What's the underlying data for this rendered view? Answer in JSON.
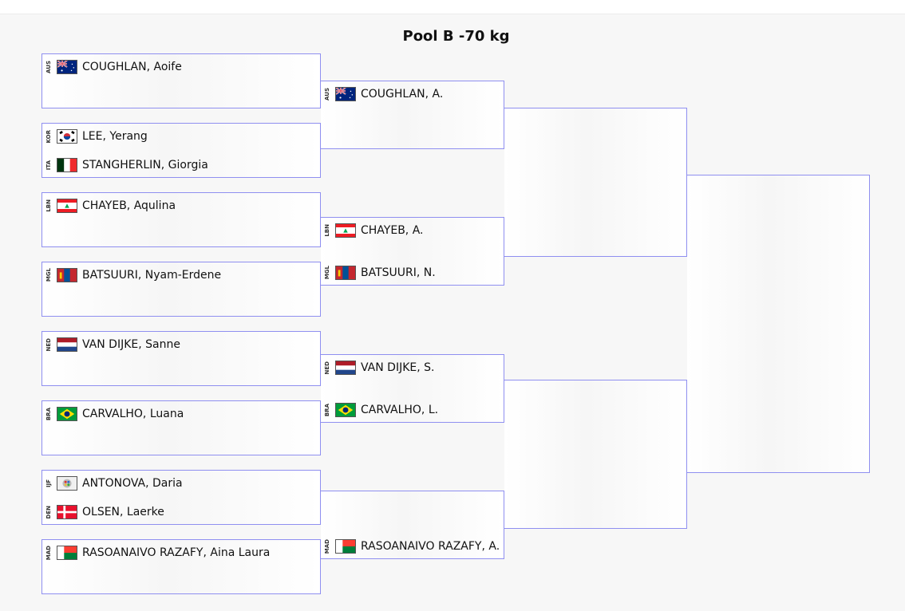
{
  "title": "Pool B -70 kg",
  "rounds": [
    {
      "matches": [
        {
          "athletes": [
            {
              "code": "AUS",
              "name": "COUGHLAN, Aoife",
              "flag": "aus-flag-icon"
            },
            null
          ]
        },
        {
          "athletes": [
            {
              "code": "KOR",
              "name": "LEE, Yerang",
              "flag": "kor-flag-icon"
            },
            {
              "code": "ITA",
              "name": "STANGHERLIN, Giorgia",
              "flag": "ita-flag-icon"
            }
          ]
        },
        {
          "athletes": [
            {
              "code": "LBN",
              "name": "CHAYEB, Aqulina",
              "flag": "lbn-flag-icon"
            },
            null
          ]
        },
        {
          "athletes": [
            {
              "code": "MGL",
              "name": "BATSUURI, Nyam-Erdene",
              "flag": "mgl-flag-icon"
            },
            null
          ]
        },
        {
          "athletes": [
            {
              "code": "NED",
              "name": "VAN DIJKE, Sanne",
              "flag": "ned-flag-icon"
            },
            null
          ]
        },
        {
          "athletes": [
            {
              "code": "BRA",
              "name": "CARVALHO, Luana",
              "flag": "bra-flag-icon"
            },
            null
          ]
        },
        {
          "athletes": [
            {
              "code": "IJF",
              "name": "ANTONOVA, Daria",
              "flag": "ijf-flag-icon"
            },
            {
              "code": "DEN",
              "name": "OLSEN, Laerke",
              "flag": "den-flag-icon"
            }
          ]
        },
        {
          "athletes": [
            {
              "code": "MAD",
              "name": "RASOANAIVO RAZAFY, Aina Laura",
              "flag": "mad-flag-icon"
            },
            null
          ]
        }
      ]
    },
    {
      "matches": [
        {
          "athletes": [
            {
              "code": "AUS",
              "name": "COUGHLAN, A.",
              "flag": "aus-flag-icon"
            },
            null
          ]
        },
        {
          "athletes": [
            {
              "code": "LBN",
              "name": "CHAYEB, A.",
              "flag": "lbn-flag-icon"
            },
            {
              "code": "MGL",
              "name": "BATSUURI, N.",
              "flag": "mgl-flag-icon"
            }
          ]
        },
        {
          "athletes": [
            {
              "code": "NED",
              "name": "VAN DIJKE, S.",
              "flag": "ned-flag-icon"
            },
            {
              "code": "BRA",
              "name": "CARVALHO, L.",
              "flag": "bra-flag-icon"
            }
          ]
        },
        {
          "athletes": [
            null,
            {
              "code": "MAD",
              "name": "RASOANAIVO RAZAFY, A.",
              "flag": "mad-flag-icon"
            }
          ]
        }
      ]
    },
    {
      "matches": [
        {
          "athletes": [
            null,
            null
          ]
        },
        {
          "athletes": [
            null,
            null
          ]
        }
      ]
    },
    {
      "matches": [
        {
          "athletes": [
            null,
            null
          ]
        }
      ]
    }
  ]
}
